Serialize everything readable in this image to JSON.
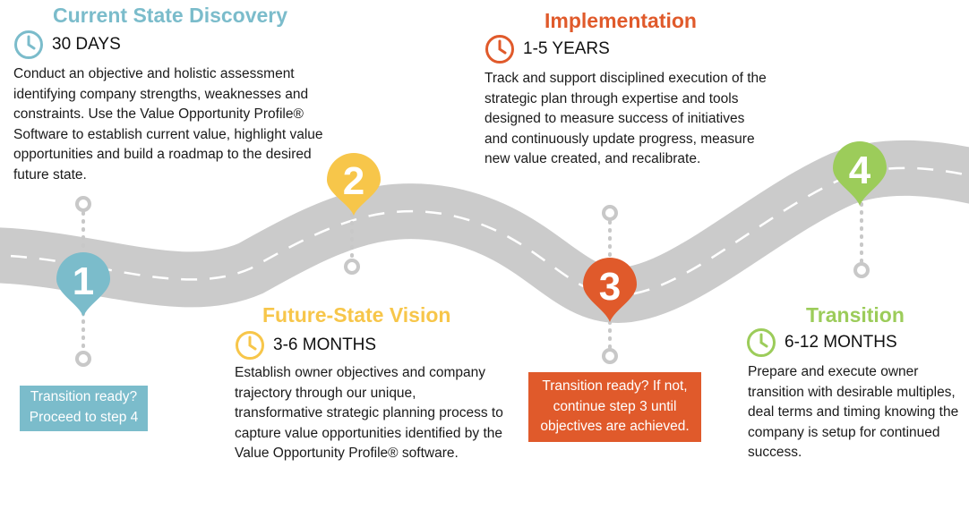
{
  "colors": {
    "blue": "#7bbccb",
    "yellow": "#f7c64a",
    "orange": "#e05a2b",
    "green": "#9ccc5a",
    "road": "#cbcbcb",
    "stem": "#c8c8c8"
  },
  "steps": [
    {
      "title": "Current State Discovery",
      "duration": "30 DAYS",
      "number": "1",
      "description": "Conduct an objective and holistic assessment identifying company strengths, weaknesses and constraints. Use the Value Opportunity Profile® Software to establish current value, highlight value opportunities and build a roadmap to the desired future state."
    },
    {
      "title": "Future-State Vision",
      "duration": "3-6 MONTHS",
      "number": "2",
      "description": "Establish owner objectives and company trajectory through our unique, transformative strategic planning process to capture value opportunities identified by the Value Opportunity Profile® software."
    },
    {
      "title": "Implementation",
      "duration": "1-5 YEARS",
      "number": "3",
      "description": "Track and support disciplined execution of the strategic plan through expertise and tools designed to measure success of initiatives and continuously update progress, measure new value created, and recalibrate."
    },
    {
      "title": "Transition",
      "duration": "6-12 MONTHS",
      "number": "4",
      "description": "Prepare and execute owner transition with desirable multiples, deal terms and timing knowing the company is setup for continued success."
    }
  ],
  "notes": [
    {
      "text": "Transition ready? Proceed to step 4"
    },
    {
      "text": "Transition ready? If not, continue step 3 until objectives are achieved."
    }
  ],
  "icons": {
    "clock": "clock-icon",
    "pin": "map-pin-icon"
  }
}
